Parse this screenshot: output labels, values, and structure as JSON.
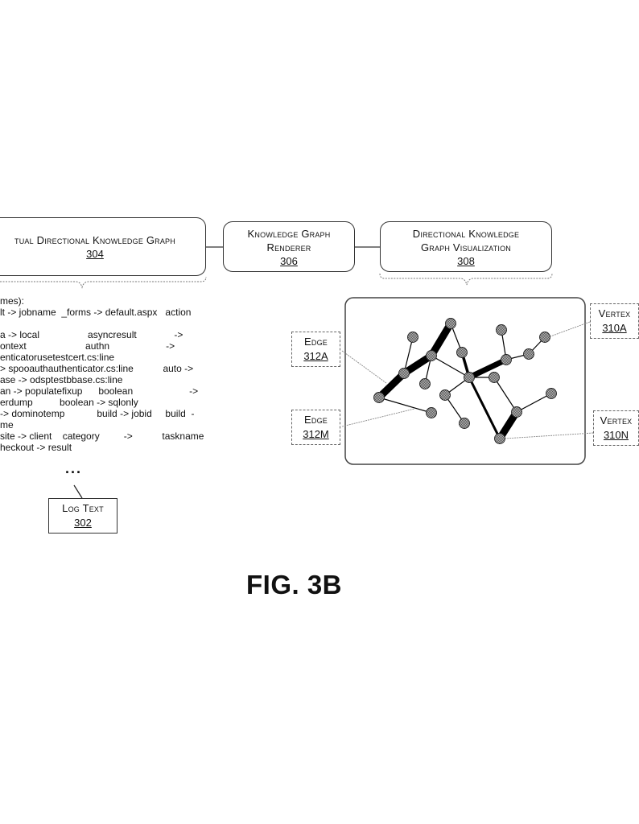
{
  "boxes": {
    "graph": {
      "title": "tual Directional Knowledge Graph",
      "ref": "304"
    },
    "renderer": {
      "title_1": "Knowledge Graph",
      "title_2": "Renderer",
      "ref": "306"
    },
    "visualization": {
      "title_1": "Directional Knowledge",
      "title_2": "Graph Visualization",
      "ref": "308"
    }
  },
  "log_text": {
    "lines": [
      "mes):",
      "lt -> jobname  _forms -> default.aspx   action",
      "",
      "a -> local                  asyncresult              ->",
      "ontext                      authn                     ->",
      "enticatorusetestcert.cs:line",
      "> spooauthauthenticator.cs:line           auto ->",
      "ase -> odsptestbbase.cs:line",
      "an -> populatefixup      boolean                     ->",
      "erdump          boolean -> sqlonly",
      "-> dominotemp            build -> jobid     build  -",
      "me",
      "site -> client    category         ->           taskname",
      "heckout -> result"
    ],
    "ellipsis": "...",
    "label": "Log Text",
    "ref": "302"
  },
  "callouts": {
    "edge_a": {
      "label": "Edge",
      "ref": "312A"
    },
    "edge_m": {
      "label": "Edge",
      "ref": "312M"
    },
    "vertex_a": {
      "label": "Vertex",
      "ref": "310A"
    },
    "vertex_n": {
      "label": "Vertex",
      "ref": "310N"
    }
  },
  "figure_label": "FIG. 3B",
  "colors": {
    "node_fill": "#8a8a8a",
    "stroke": "#000000"
  }
}
